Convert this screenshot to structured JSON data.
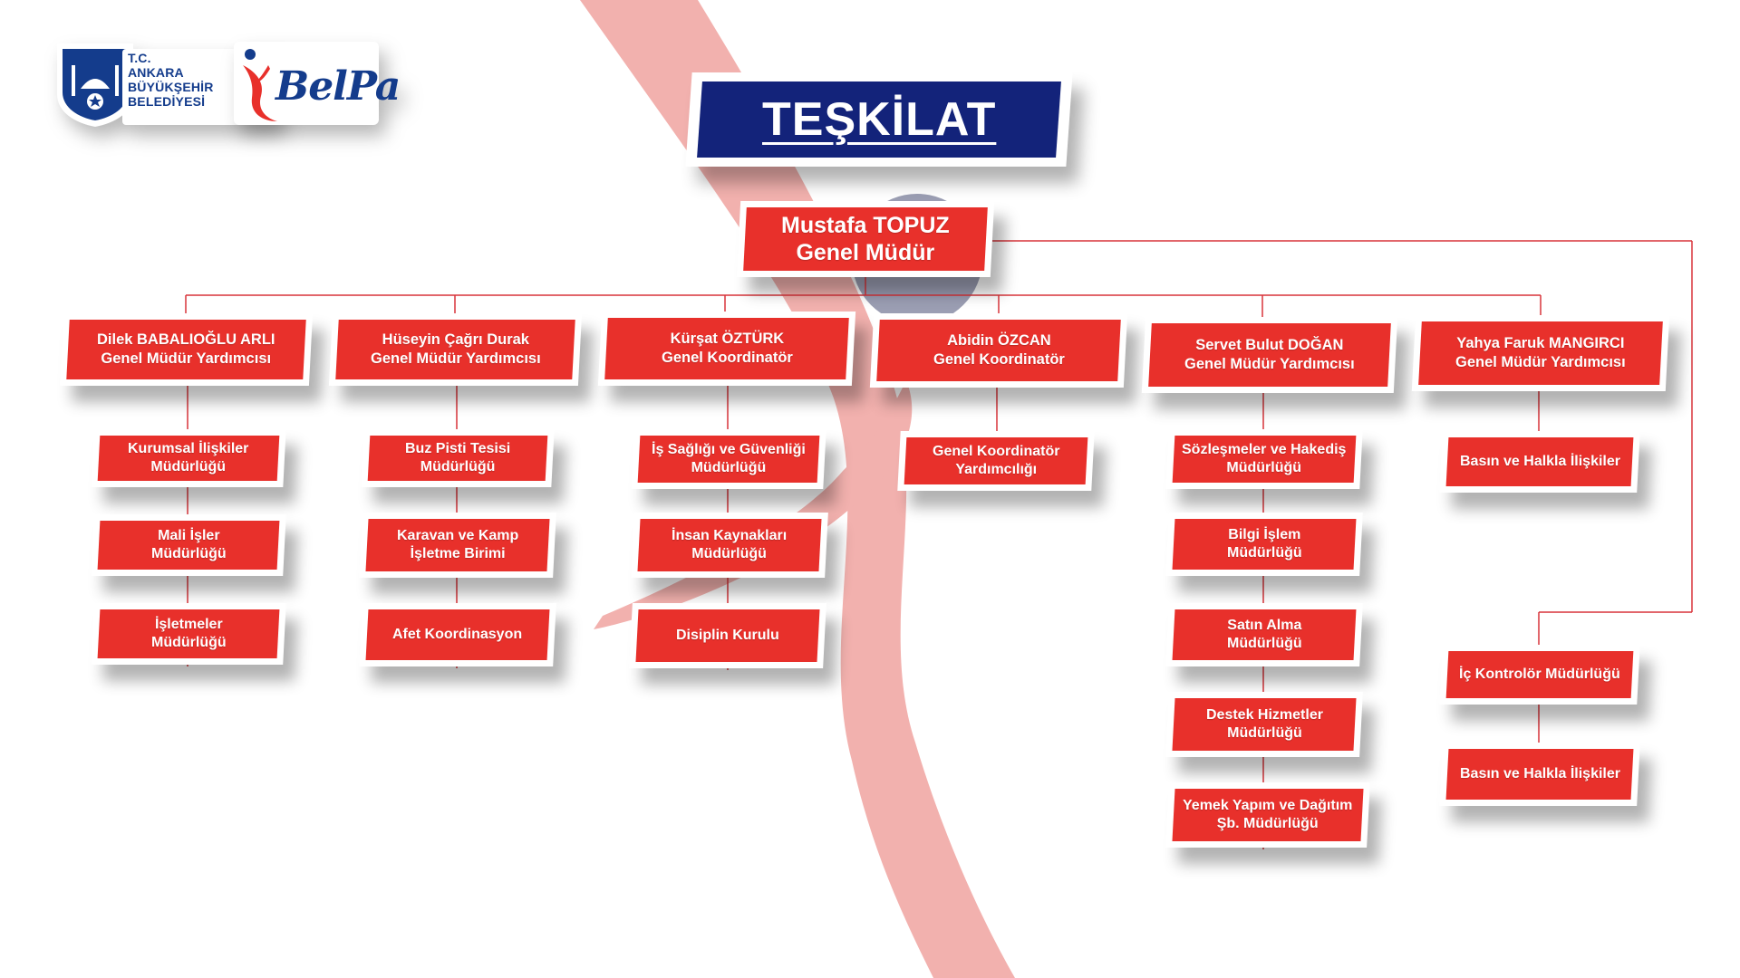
{
  "logos": {
    "abb_small": "ANKARA",
    "abb_lines": [
      "T.C.",
      "ANKARA",
      "BÜYÜKŞEHİR",
      "BELEDİYESİ"
    ],
    "belpa": "BelPa"
  },
  "title": "TEŞKİLAT",
  "head": {
    "name": "Mustafa TOPUZ",
    "role": "Genel Müdür"
  },
  "level1": [
    {
      "name": "Dilek BABALIOĞLU ARLI",
      "role": "Genel Müdür Yardımcısı"
    },
    {
      "name": "Hüseyin Çağrı Durak",
      "role": "Genel Müdür Yardımcısı"
    },
    {
      "name": "Kürşat ÖZTÜRK",
      "role": "Genel Koordinatör"
    },
    {
      "name": "Abidin ÖZCAN",
      "role": "Genel Koordinatör"
    },
    {
      "name": "Servet Bulut DOĞAN",
      "role": "Genel Müdür Yardımcısı"
    },
    {
      "name": "Yahya Faruk MANGIRCI",
      "role": "Genel Müdür Yardımcısı"
    }
  ],
  "units": [
    [
      "Kurumsal İlişkiler\nMüdürlüğü",
      "Mali İşler\nMüdürlüğü",
      "İşletmeler\nMüdürlüğü"
    ],
    [
      "Buz Pisti Tesisi\nMüdürlüğü",
      "Karavan ve Kamp\nİşletme Birimi",
      "Afet Koordinasyon"
    ],
    [
      "İş Sağlığı ve Güvenliği\nMüdürlüğü",
      "İnsan Kaynakları\nMüdürlüğü",
      "Disiplin Kurulu"
    ],
    [
      "Genel Koordinatör\nYardımcılığı"
    ],
    [
      "Sözleşmeler ve Hakediş\nMüdürlüğü",
      "Bilgi İşlem\nMüdürlüğü",
      "Satın Alma\nMüdürlüğü",
      "Destek Hizmetler\nMüdürlüğü",
      "Yemek Yapım ve Dağıtım\nŞb. Müdürlüğü"
    ],
    [
      "Basın ve Halkla İlişkiler"
    ]
  ],
  "direct_units": [
    "İç Kontrolör Müdürlüğü",
    "Basın ve Halkla İlişkiler"
  ],
  "colors": {
    "accent_red": "#e8302b",
    "navy": "#13237a",
    "line": "#d8343a",
    "swoosh": "#f2b1ae"
  }
}
